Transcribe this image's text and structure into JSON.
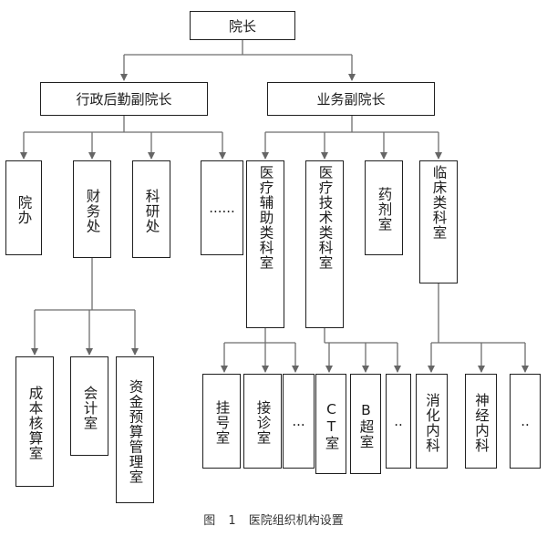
{
  "diagram": {
    "root": "院长",
    "deputy_admin": "行政后勤副院长",
    "deputy_business": "业务副院长",
    "admin_units": {
      "office": "院办",
      "finance": "财务处",
      "research": "科研处",
      "more": "......"
    },
    "business_units": {
      "aux": "医疗辅助类科室",
      "tech": "医疗技术类科室",
      "pharmacy": "药剂室",
      "clinical": "临床类科室"
    },
    "finance_sub": {
      "cost": "成本核算室",
      "accounting": "会计室",
      "budget": "资金预算管理室"
    },
    "aux_sub": {
      "registration": "挂号室",
      "reception": "接诊室",
      "more": "..."
    },
    "tech_sub": {
      "ct": "CT室",
      "ultrasound": "B超室",
      "more": ".."
    },
    "clinical_sub": {
      "digestive": "消化内科",
      "neuro": "神经内科",
      "more": ".."
    }
  },
  "caption": {
    "figure": "图 1",
    "title": "医院组织机构设置"
  }
}
